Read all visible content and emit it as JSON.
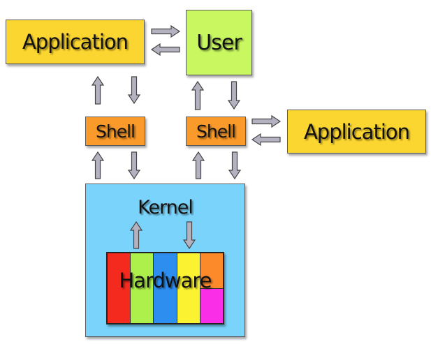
{
  "nodes": {
    "application_top": {
      "label": "Application",
      "color": "#fcd630"
    },
    "user": {
      "label": "User",
      "color": "#c8f760"
    },
    "shell_left": {
      "label": "Shell",
      "color": "#f99a2a"
    },
    "shell_right": {
      "label": "Shell",
      "color": "#f99a2a"
    },
    "application_right": {
      "label": "Application",
      "color": "#fcd630"
    },
    "kernel": {
      "label": "Kernel",
      "color": "#79d3fb"
    },
    "hardware": {
      "label": "Hardware",
      "columns": [
        [
          "#f52a1e"
        ],
        [
          "#aef04b"
        ],
        [
          "#2e8ef0"
        ],
        [
          "#fbf332"
        ],
        [
          "#fc8a2a",
          "#fb2ee8"
        ]
      ]
    }
  },
  "edges": [
    {
      "from": "application_top",
      "to": "user"
    },
    {
      "from": "user",
      "to": "application_top"
    },
    {
      "from": "shell_left",
      "to": "application_top"
    },
    {
      "from": "application_top",
      "to": "shell_left"
    },
    {
      "from": "shell_right",
      "to": "user"
    },
    {
      "from": "user",
      "to": "shell_right"
    },
    {
      "from": "shell_right",
      "to": "application_right"
    },
    {
      "from": "application_right",
      "to": "shell_right"
    },
    {
      "from": "kernel",
      "to": "shell_left"
    },
    {
      "from": "shell_left",
      "to": "kernel"
    },
    {
      "from": "kernel",
      "to": "shell_right"
    },
    {
      "from": "shell_right",
      "to": "kernel"
    },
    {
      "from": "hardware",
      "to": "kernel"
    },
    {
      "from": "kernel",
      "to": "hardware"
    }
  ],
  "arrow_color": "#b4b2c0"
}
